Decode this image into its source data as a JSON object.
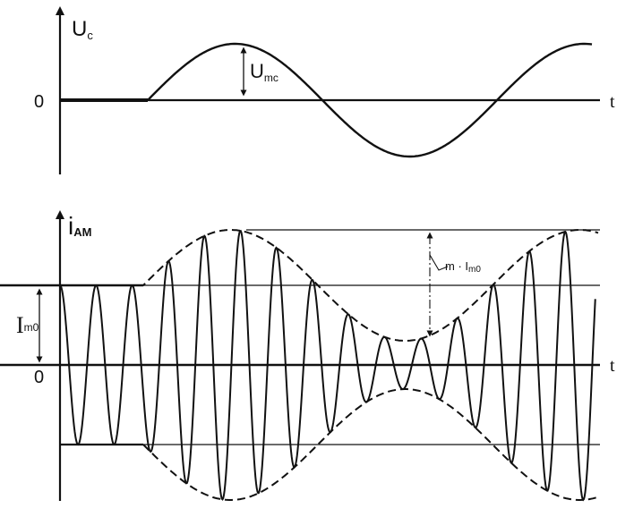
{
  "top_panel": {
    "y_label_main": "U",
    "y_label_sub": "c",
    "zero_label": "0",
    "x_label": "t",
    "amplitude_label_main": "U",
    "amplitude_label_sub": "mc"
  },
  "bottom_panel": {
    "y_label_main": "i",
    "y_label_sub": "AM",
    "zero_label": "0",
    "x_label": "t",
    "carrier_label_main": "I",
    "carrier_label_sub": "m0",
    "mod_label": "m · I",
    "mod_label_sub": "m0"
  },
  "colors": {
    "stroke": "#111111",
    "background": "#ffffff"
  }
}
